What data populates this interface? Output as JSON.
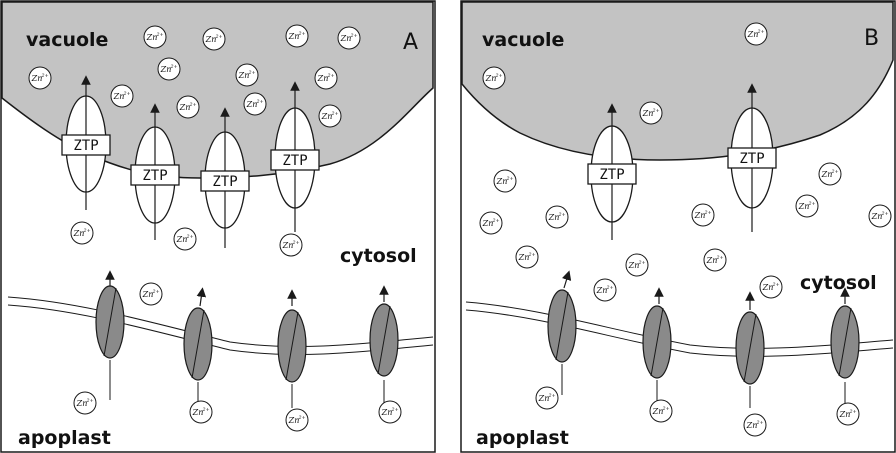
{
  "panels": [
    {
      "id": "A",
      "letter": "A",
      "labels": {
        "vacuole": "vacuole",
        "cytosol": "cytosol",
        "apoplast": "apoplast"
      },
      "transporter_label": "ZTP",
      "ion_label": "Zn",
      "ion_charge": "2+"
    },
    {
      "id": "B",
      "letter": "B",
      "labels": {
        "vacuole": "vacuole",
        "cytosol": "cytosol",
        "apoplast": "apoplast"
      },
      "transporter_label": "ZTP",
      "ion_label": "Zn",
      "ion_charge": "2+"
    }
  ],
  "colors": {
    "vacuole_fill": "#c3c3c3",
    "outline": "#1a1a1a",
    "channel_fill": "#8a8a8a",
    "background": "#ffffff"
  }
}
